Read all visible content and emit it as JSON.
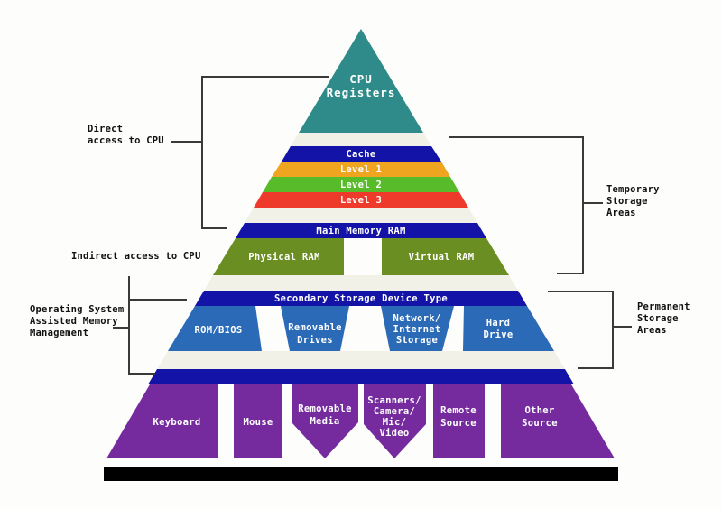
{
  "colors": {
    "background": "#fdfdfb",
    "gap_band": "#f2f1e8",
    "teal": "#2e8b8a",
    "dark_blue": "#1313a7",
    "orange": "#efa51f",
    "green": "#58bb2a",
    "red": "#ee3a2b",
    "olive": "#6b8e23",
    "medium_blue": "#2a6ab6",
    "purple": "#752b9e",
    "base_bar": "#000000",
    "bracket_line": "#3a3a3a",
    "band_text": "#ffffff",
    "annotation_text": "#111111"
  },
  "pyramid": {
    "cpu_registers": {
      "line1": "CPU",
      "line2": "Registers"
    },
    "cache": {
      "label": "Cache"
    },
    "level1": {
      "label": "Level 1"
    },
    "level2": {
      "label": "Level 2"
    },
    "level3": {
      "label": "Level 3"
    },
    "main_memory": {
      "label": "Main Memory RAM"
    },
    "physical_ram": {
      "label": "Physical RAM"
    },
    "virtual_ram": {
      "label": "Virtual RAM"
    },
    "secondary_storage": {
      "label": "Secondary Storage Device Type"
    },
    "rom_bios": {
      "label": "ROM/BIOS"
    },
    "removable_drives": {
      "line1": "Removable",
      "line2": "Drives"
    },
    "network_internet_storage": {
      "line1": "Network/",
      "line2": "Internet",
      "line3": "Storage"
    },
    "hard_drive": {
      "line1": "Hard",
      "line2": "Drive"
    },
    "keyboard": {
      "label": "Keyboard"
    },
    "mouse": {
      "label": "Mouse"
    },
    "removable_media": {
      "line1": "Removable",
      "line2": "Media"
    },
    "scanners_camera_mic_video": {
      "line1": "Scanners/",
      "line2": "Camera/",
      "line3": "Mic/",
      "line4": "Video"
    },
    "remote_source": {
      "line1": "Remote",
      "line2": "Source"
    },
    "other_source": {
      "line1": "Other",
      "line2": "Source"
    }
  },
  "annotations": {
    "direct_access": {
      "line1": "Direct",
      "line2": "access to CPU"
    },
    "indirect_access": {
      "label": "Indirect access to CPU"
    },
    "os_assisted": {
      "line1": "Operating System",
      "line2": "Assisted Memory",
      "line3": "Management"
    },
    "temporary_storage": {
      "line1": "Temporary",
      "line2": "Storage",
      "line3": "Areas"
    },
    "permanent_storage": {
      "line1": "Permanent",
      "line2": "Storage",
      "line3": "Areas"
    }
  }
}
